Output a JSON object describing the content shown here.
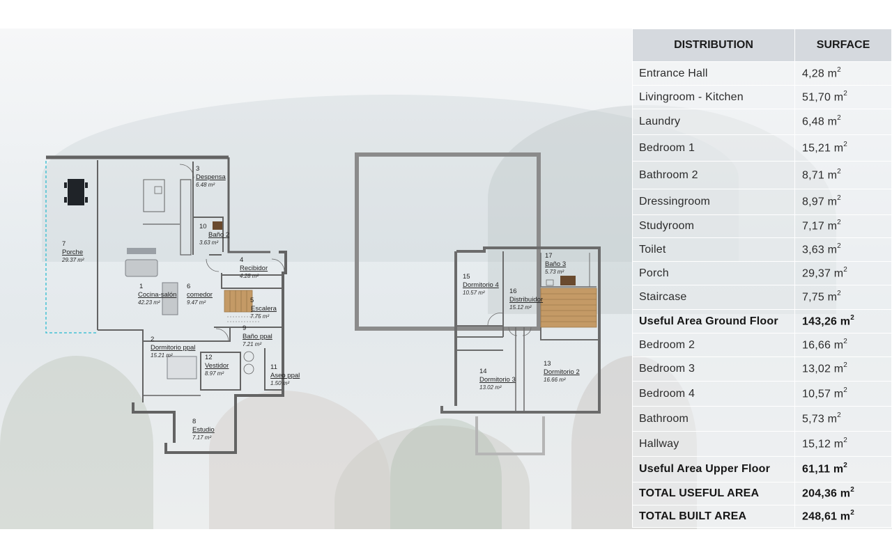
{
  "plan": {
    "ground_floor": {
      "rooms": [
        {
          "num": "7",
          "name": "Porche",
          "area": "29.37 m²"
        },
        {
          "num": "3",
          "name": "Despensa",
          "area": "6.48 m²"
        },
        {
          "num": "10",
          "name": "Baño 2",
          "area": "3.63 m²"
        },
        {
          "num": "4",
          "name": "Recibidor",
          "area": "4.28 m²"
        },
        {
          "num": "1",
          "name": "Cocina-salón",
          "area": "42.23 m²"
        },
        {
          "num": "6",
          "name": "comedor",
          "area": "9.47 m²"
        },
        {
          "num": "5",
          "name": "Escalera",
          "area": "7.75 m²"
        },
        {
          "num": "9",
          "name": "Baño ppal",
          "area": "7.21 m²"
        },
        {
          "num": "2",
          "name": "Dormitorio ppal",
          "area": "15.21 m²"
        },
        {
          "num": "12",
          "name": "Vestidor",
          "area": "8.97 m²"
        },
        {
          "num": "11",
          "name": "Aseo ppal",
          "area": "1.50 m²"
        },
        {
          "num": "8",
          "name": "Estudio",
          "area": "7.17 m²"
        }
      ]
    },
    "upper_floor": {
      "rooms": [
        {
          "num": "17",
          "name": "Baño 3",
          "area": "5.73 m²"
        },
        {
          "num": "15",
          "name": "Dormitorio 4",
          "area": "10.57 m²"
        },
        {
          "num": "16",
          "name": "Distribuidor",
          "area": "15.12 m²"
        },
        {
          "num": "14",
          "name": "Dormitorio 3",
          "area": "13.02 m²"
        },
        {
          "num": "13",
          "name": "Dormitorio 2",
          "area": "16.66 m²"
        }
      ]
    }
  },
  "table": {
    "header": {
      "distribution": "DISTRIBUTION",
      "surface": "SURFACE"
    },
    "unit_sup": "2",
    "rows": [
      {
        "name": "Entrance Hall",
        "value": "4,28 m"
      },
      {
        "name": "Livingroom - Kitchen",
        "value": "51,70 m"
      },
      {
        "name": "Laundry",
        "value": "6,48 m"
      },
      {
        "name": "Bedroom 1",
        "value": "15,21 m"
      },
      {
        "name": "Bathroom 2",
        "value": "8,71 m"
      },
      {
        "name": "Dressingroom",
        "value": "8,97 m"
      },
      {
        "name": "Studyroom",
        "value": "7,17 m"
      },
      {
        "name": "Toilet",
        "value": "3,63 m"
      },
      {
        "name": "Porch",
        "value": "29,37 m"
      },
      {
        "name": "Staircase",
        "value": "7,75 m"
      },
      {
        "name": "Useful Area Ground Floor",
        "value": "143,26 m",
        "bold": true
      },
      {
        "name": "Bedroom 2",
        "value": "16,66 m"
      },
      {
        "name": "Bedroom 3",
        "value": "13,02 m"
      },
      {
        "name": "Bedroom 4",
        "value": "10,57 m"
      },
      {
        "name": "Bathroom",
        "value": "5,73 m"
      },
      {
        "name": "Hallway",
        "value": "15,12 m"
      },
      {
        "name": "Useful Area Upper Floor",
        "value": "61,11 m",
        "bold": true
      },
      {
        "name": "TOTAL USEFUL AREA",
        "value": "204,36 m",
        "bold": true
      },
      {
        "name": "TOTAL BUILT AREA",
        "value": "248,61 m",
        "bold": true
      }
    ]
  },
  "colors": {
    "wall": "#636363",
    "porch_dash": "#45c1d3",
    "stair_wood": "#c49a66",
    "header_bg": "#d5d9de"
  }
}
